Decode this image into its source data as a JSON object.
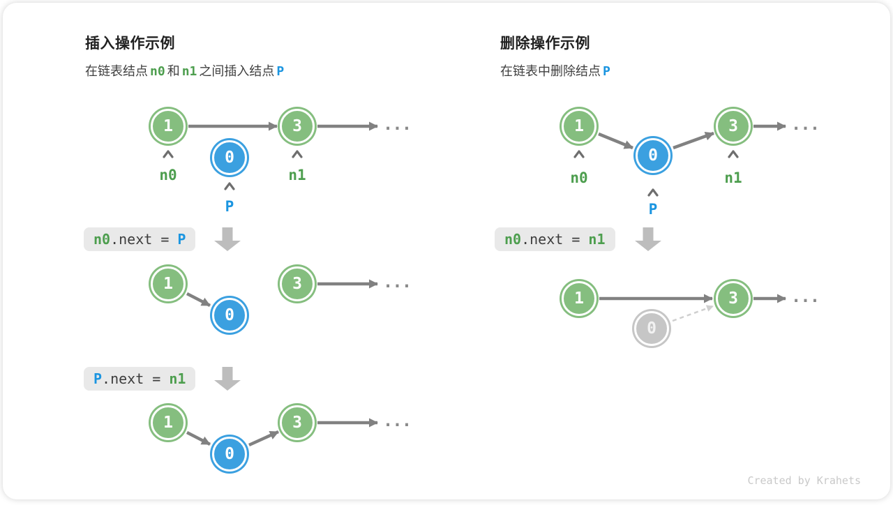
{
  "colors": {
    "node_green": "#85be7f",
    "node_blue": "#3ba0e0",
    "node_gray": "#c6c6c6",
    "pointer_green": "#4d9e4e",
    "pointer_blue": "#1b95e0",
    "arrow_gray": "#818181",
    "block_arrow_gray": "#bdbdbd",
    "code_bg": "#e9e9e9"
  },
  "left": {
    "title": "插入操作示例",
    "subtitle": [
      {
        "t": "在链表结点"
      },
      {
        "t": "n0"
      },
      {
        "t": "和"
      },
      {
        "t": "n1"
      },
      {
        "t": "之间插入结点"
      },
      {
        "t": "P"
      }
    ],
    "code1": {
      "lhs": "n0",
      "mid": ".next = ",
      "rhs": "P"
    },
    "code2": {
      "lhs": "P",
      "mid": ".next = ",
      "rhs": "n1"
    }
  },
  "right": {
    "title": "删除操作示例",
    "subtitle": [
      {
        "t": "在链表中删除结点"
      },
      {
        "t": "P"
      }
    ],
    "code1": {
      "lhs": "n0",
      "mid": ".next = ",
      "rhs": "n1"
    }
  },
  "labels": {
    "n0": "n0",
    "n1": "n1",
    "p": "P"
  },
  "values": {
    "node1": "1",
    "node3": "3",
    "node0": "0",
    "ellipsis": "..."
  },
  "credit": "Created by Krahets"
}
